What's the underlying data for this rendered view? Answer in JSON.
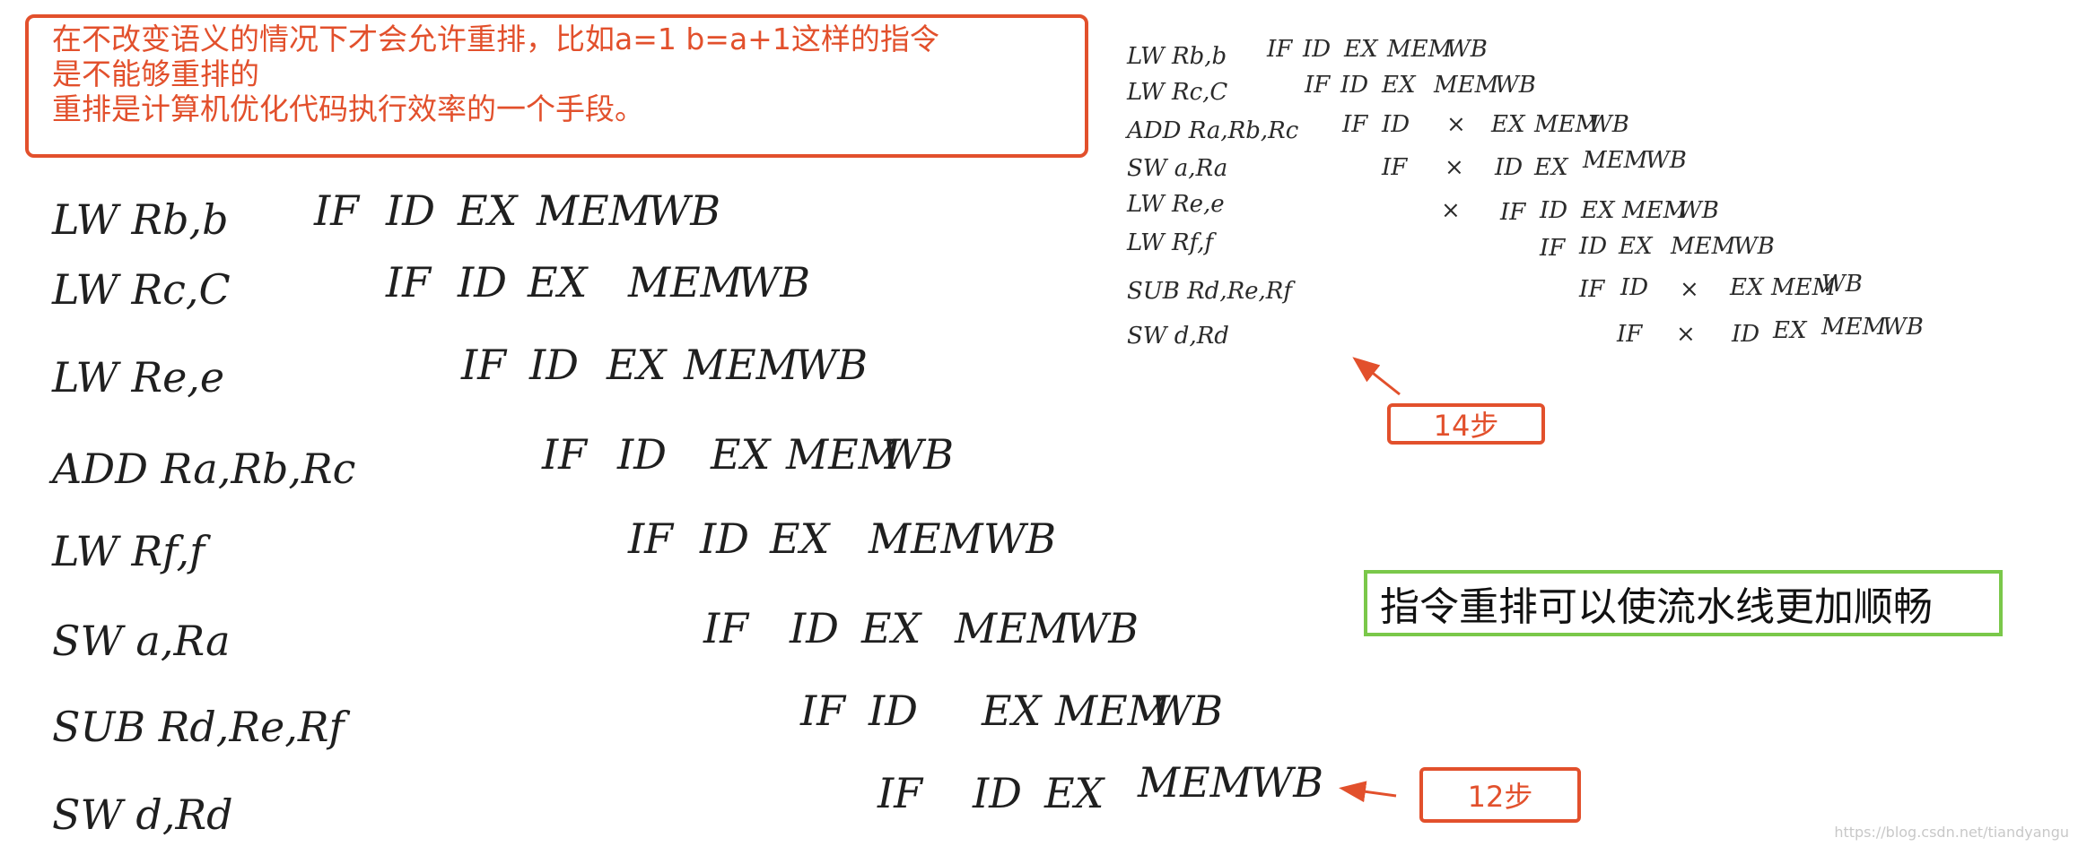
{
  "note": {
    "lines": [
      "在不改变语义的情况下才会允许重排，比如a=1   b=a+1这样的指令",
      "是不能够重排的",
      "重排是计算机优化代码执行效率的一个手段。"
    ]
  },
  "left_pipeline": {
    "instructions": [
      "LW Rb,b",
      "LW Rc,C",
      "LW Re,e",
      "ADD Ra,Rb,Rc",
      "LW Rf,f",
      "SW a,Ra",
      "SUB Rd,Re,Rf",
      "SW d,Rd"
    ],
    "stages": [
      [
        "IF",
        "ID",
        "EX",
        "MEM",
        "WB"
      ],
      [
        "IF",
        "ID",
        "EX",
        "MEM",
        "WB"
      ],
      [
        "IF",
        "ID",
        "EX",
        "MEM",
        "WB"
      ],
      [
        "IF",
        "ID",
        "EX",
        "MEM",
        "WB"
      ],
      [
        "IF",
        "ID",
        "EX",
        "MEM",
        "WB"
      ],
      [
        "IF",
        "ID",
        "EX",
        "MEM",
        "WB"
      ],
      [
        "IF",
        "ID",
        "EX",
        "MEM",
        "WB"
      ],
      [
        "IF",
        "ID",
        "EX",
        "MEM",
        "WB"
      ]
    ],
    "step_label": "12步"
  },
  "right_pipeline": {
    "instructions": [
      "LW Rb,b",
      "LW Rc,C",
      "ADD Ra,Rb,Rc",
      "SW a,Ra",
      "LW Re,e",
      "LW Rf,f",
      "SUB Rd,Re,Rf",
      "SW d,Rd"
    ],
    "stages": [
      [
        "IF",
        "ID",
        "EX",
        "MEM",
        "WB"
      ],
      [
        "IF",
        "ID",
        "EX",
        "MEM",
        "WB"
      ],
      [
        "IF",
        "ID",
        "×",
        "EX",
        "MEM",
        "WB"
      ],
      [
        "IF",
        "×",
        "ID",
        "EX",
        "MEM",
        "WB"
      ],
      [
        "×",
        "IF",
        "ID",
        "EX",
        "MEM",
        "WB"
      ],
      [
        "IF",
        "ID",
        "EX",
        "MEM",
        "WB"
      ],
      [
        "IF",
        "ID",
        "×",
        "EX",
        "MEM",
        "WB"
      ],
      [
        "IF",
        "×",
        "ID",
        "EX",
        "MEM",
        "WB"
      ]
    ],
    "step_label": "14步"
  },
  "conclusion": "指令重排可以使流水线更加顺畅",
  "watermark": "https://blog.csdn.net/tiandyangu"
}
